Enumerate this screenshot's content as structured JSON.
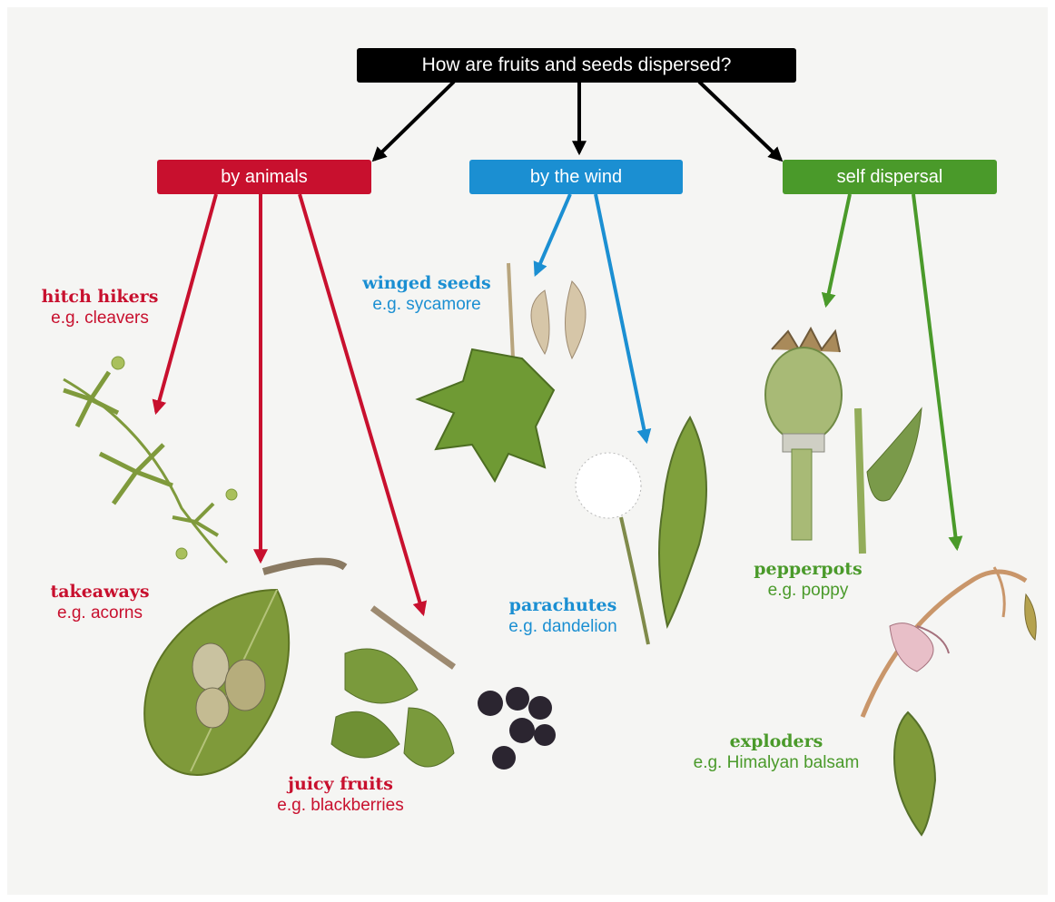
{
  "title": "How are fruits and seeds dispersed?",
  "colors": {
    "animals": "#c8102e",
    "wind": "#1b8fd2",
    "self": "#4a9a2a",
    "title_bg": "#000000"
  },
  "categories": [
    {
      "label": "by animals",
      "color": "#c8102e"
    },
    {
      "label": "by the wind",
      "color": "#1b8fd2"
    },
    {
      "label": "self dispersal",
      "color": "#4a9a2a"
    }
  ],
  "examples": {
    "hitch_hikers": {
      "name": "hitch hikers",
      "example": "e.g. cleavers",
      "illustration": "cleavers-illustration"
    },
    "takeaways": {
      "name": "takeaways",
      "example": "e.g. acorns",
      "illustration": "acorns-illustration"
    },
    "juicy_fruits": {
      "name": "juicy fruits",
      "example": "e.g. blackberries",
      "illustration": "blackberries-illustration"
    },
    "winged_seeds": {
      "name": "winged seeds",
      "example": "e.g. sycamore",
      "illustration": "sycamore-illustration"
    },
    "parachutes": {
      "name": "parachutes",
      "example": "e.g. dandelion",
      "illustration": "dandelion-illustration"
    },
    "pepperpots": {
      "name": "pepperpots",
      "example": "e.g. poppy",
      "illustration": "poppy-illustration"
    },
    "exploders": {
      "name": "exploders",
      "example": "e.g. Himalyan balsam",
      "illustration": "balsam-illustration"
    }
  }
}
